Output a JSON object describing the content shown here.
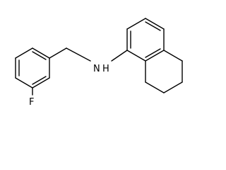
{
  "molecule": {
    "atom_labels": {
      "nitrogen": "N",
      "hydrogen": "H",
      "fluorine": "F"
    }
  }
}
